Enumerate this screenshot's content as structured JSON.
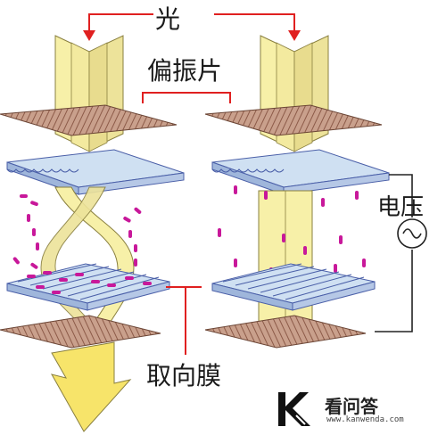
{
  "labels": {
    "light": "光",
    "polarizer": "偏振片",
    "voltage": "电压",
    "alignment_film": "取向膜"
  },
  "watermark": {
    "logo_text": "看问答",
    "url": "www.kanwenda.com"
  },
  "colors": {
    "light_beam": "#f7f0a8",
    "light_beam_edge": "#8a8040",
    "polarizer": "#c9a08c",
    "polarizer_lines": "#8c5a48",
    "glass": "#cfe0f2",
    "glass_edge": "#4a5fa8",
    "liquid_crystal": "#c8189a",
    "arrow": "#e02020",
    "wire": "#222222"
  },
  "icons": [
    "ac-source-icon",
    "arrow-down-icon",
    "kanwenda-logo-icon"
  ]
}
